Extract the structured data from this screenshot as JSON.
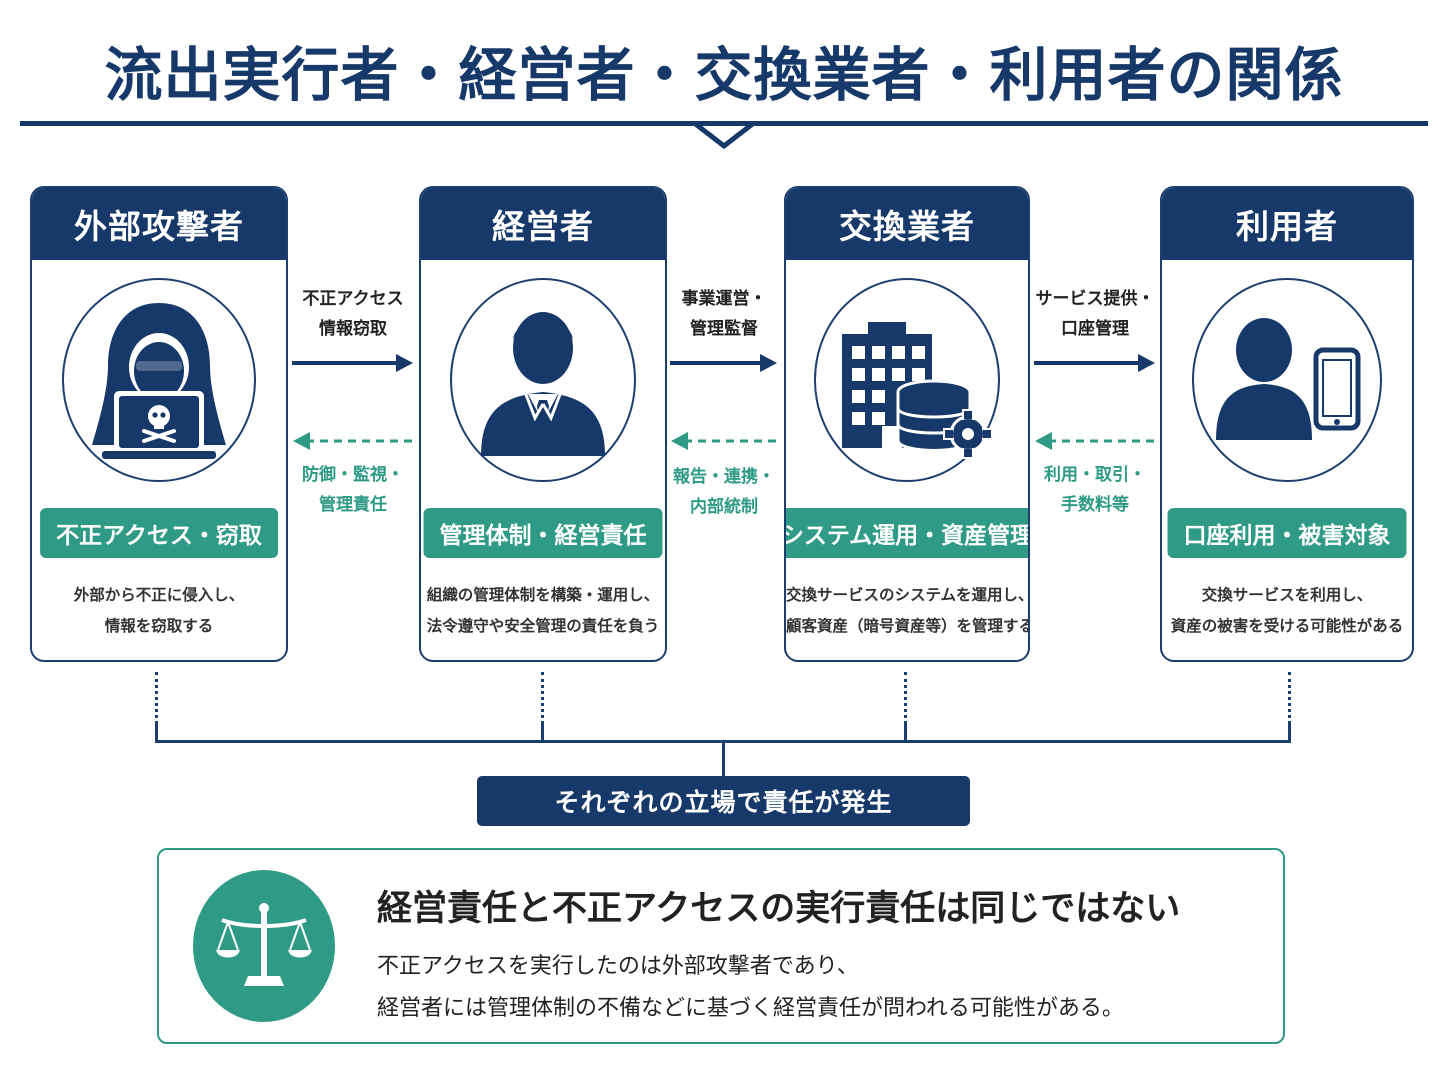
{
  "title": "流出実行者・経営者・交換業者・利用者の関係",
  "actors": [
    {
      "name": "外部攻撃者",
      "icon": "hacker-icon",
      "tag": "不正アクセス・窃取",
      "desc": [
        "外部から不正に侵入し、",
        "情報を窃取する"
      ]
    },
    {
      "name": "経営者",
      "icon": "executive-icon",
      "tag": "管理体制・経営責任",
      "desc": [
        "組織の管理体制を構築・運用し、",
        "法令遵守や安全管理の責任を負う"
      ]
    },
    {
      "name": "交換業者",
      "icon": "exchange-building-icon",
      "tag": "システム運用・資産管理",
      "desc": [
        "交換サービスのシステムを運用し、",
        "顧客資産（暗号資産等）を管理する"
      ]
    },
    {
      "name": "利用者",
      "icon": "user-phone-icon",
      "tag": "口座利用・被害対象",
      "desc": [
        "交換サービスを利用し、",
        "資産の被害を受ける可能性がある"
      ]
    }
  ],
  "flows": [
    {
      "forward": [
        "不正アクセス",
        "情報窃取"
      ],
      "backward": [
        "防御・監視・",
        "管理責任"
      ]
    },
    {
      "forward": [
        "事業運営・",
        "管理監督"
      ],
      "backward": [
        "報告・連携・",
        "内部統制"
      ]
    },
    {
      "forward": [
        "サービス提供・",
        "口座管理"
      ],
      "backward": [
        "利用・取引・",
        "手数料等"
      ]
    }
  ],
  "result": "それぞれの立場で責任が発生",
  "note": {
    "icon": "scales-icon",
    "title": "経営責任と不正アクセスの実行責任は同じではない",
    "lines": [
      "不正アクセスを実行したのは外部攻撃者であり、",
      "経営者には管理体制の不備などに基づく経営責任が問われる可能性がある。"
    ]
  },
  "colors": {
    "navy": "#16396a",
    "teal": "#2f9a86"
  }
}
